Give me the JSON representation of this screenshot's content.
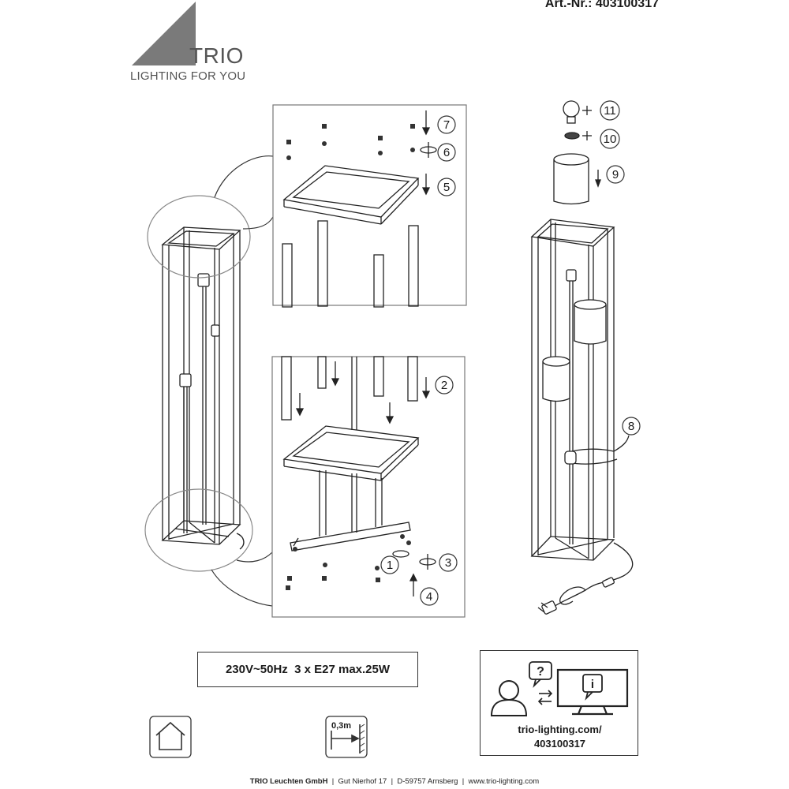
{
  "header": {
    "article_number": "Art.-Nr.: 403100317"
  },
  "brand": {
    "name": "TRIO",
    "tagline": "LIGHTING FOR YOU"
  },
  "steps": {
    "s1": "1",
    "s2": "2",
    "s3": "3",
    "s4": "4",
    "s5": "5",
    "s6": "6",
    "s7": "7",
    "s8": "8",
    "s9": "9",
    "s10": "10",
    "s11": "11"
  },
  "spec": {
    "text": "230V~50Hz  3 x E27 max.25W"
  },
  "distance": {
    "label": "0,3m"
  },
  "info": {
    "url": "trio-lighting.com/",
    "article": "403100317"
  },
  "footer": {
    "company": "TRIO Leuchten GmbH",
    "address": "Gut Nierhof 17",
    "city": "D-59757 Arnsberg",
    "web": "www.trio-lighting.com"
  }
}
